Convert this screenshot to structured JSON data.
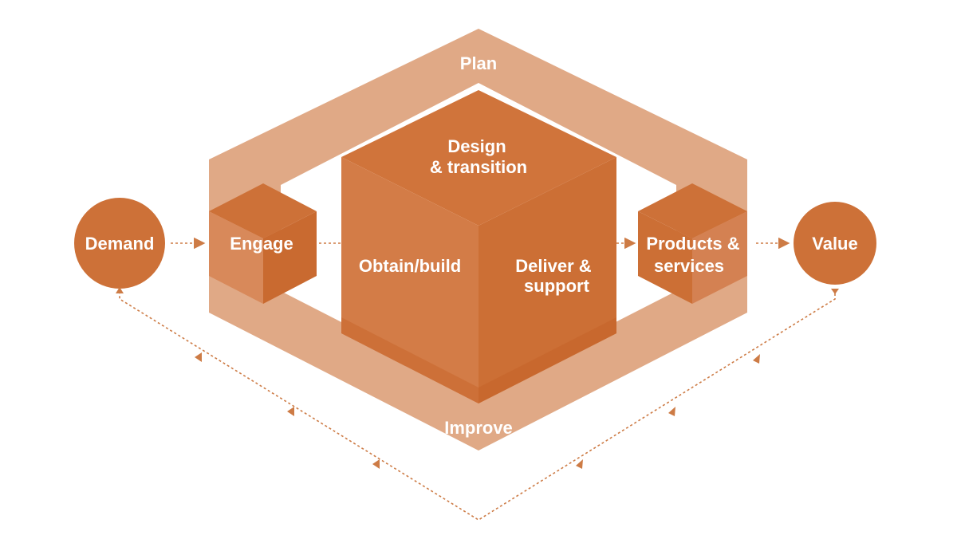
{
  "labels": {
    "plan": "Plan",
    "improve": "Improve",
    "design_line1": "Design",
    "design_line2": "& transition",
    "obtain": "Obtain/build",
    "deliver_line1": "Deliver &",
    "deliver_line2": "support",
    "engage": "Engage",
    "products_line1": "Products &",
    "products_line2": "services",
    "demand": "Demand",
    "value": "Value"
  },
  "colors": {
    "frame": "#e0a986",
    "frame_light": "#e9bfa2",
    "cube_top": "#d0743b",
    "cube_left": "#d37c47",
    "cube_right": "#cc6f35",
    "cube_shadow": "#c9692f",
    "circle": "#cd7138",
    "arrow": "#cd7b45"
  }
}
